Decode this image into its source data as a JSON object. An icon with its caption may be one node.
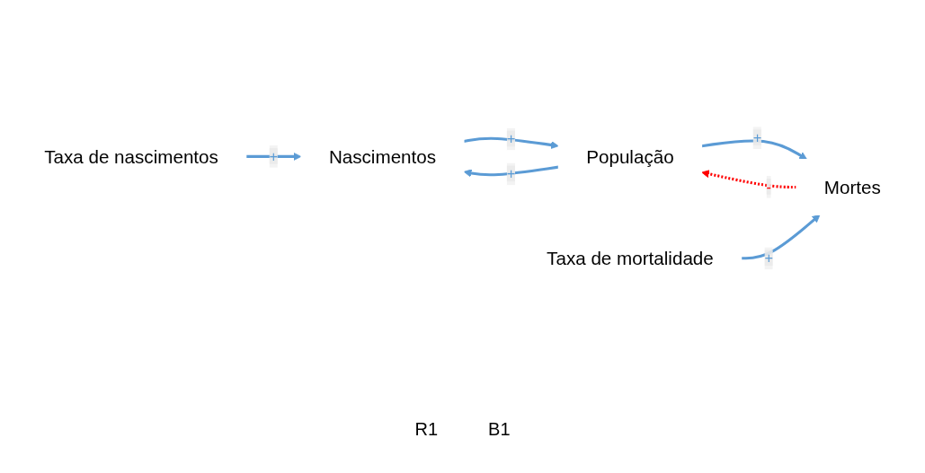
{
  "diagram": {
    "nodes": [
      {
        "text": [
          "Taxa de nascimentos"
        ]
      },
      {
        "text": [
          "Nascimentos"
        ]
      },
      {
        "text": [
          "População"
        ]
      },
      {
        "text": [
          "Mortes"
        ]
      },
      {
        "text": [
          "Taxa de mortalidade"
        ]
      }
    ],
    "edges": [
      {
        "from": 0,
        "to": 1,
        "arrow": "to",
        "label": "+"
      },
      {
        "from": 1,
        "to": 2,
        "arrow": "to",
        "label": "+"
      },
      {
        "from": 2,
        "to": 1,
        "arrow": "to",
        "label": "+"
      },
      {
        "from": 3,
        "to": 2,
        "arrow": "to",
        "label": "-",
        "style": "dashed",
        "color": "#ff0000"
      },
      {
        "from": 2,
        "to": 3,
        "arrow": "to",
        "label": "+"
      },
      {
        "from": 4,
        "to": 3,
        "arrow": "to",
        "label": "+"
      }
    ],
    "labels": [
      "R1",
      "B1"
    ]
  }
}
